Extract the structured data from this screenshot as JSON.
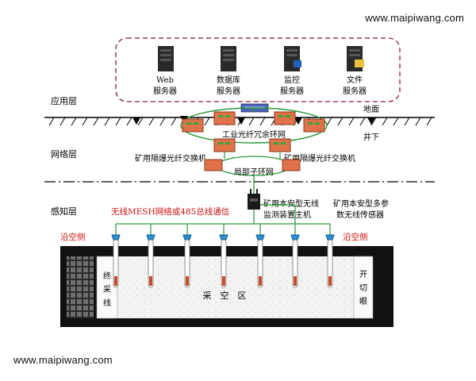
{
  "watermark": "www.maipiwang.com",
  "layers": {
    "application": "应用层",
    "network": "网络层",
    "sensing": "感知层"
  },
  "surface": {
    "ground": "地面",
    "underground": "井下"
  },
  "servers": [
    {
      "line1": "Web",
      "line2": "服务器"
    },
    {
      "line1": "数据库",
      "line2": "服务器"
    },
    {
      "line1": "监控",
      "line2": "服务器"
    },
    {
      "line1": "文件",
      "line2": "服务器"
    }
  ],
  "network": {
    "ring_main": "工业光纤冗余环网",
    "switch_left": "矿用隔爆光纤交换机",
    "switch_right": "矿用隔爆光纤交换机",
    "ring_local": "局部子环网"
  },
  "sensing": {
    "comm": "无线MESH网络或485总线通信",
    "host_line1": "矿用本安型无线",
    "host_line2": "监测装置主机",
    "sensor_line1": "矿用本安型多参",
    "sensor_line2": "数无线传感器"
  },
  "mine": {
    "gob_left": "沿空侧",
    "gob_right": "沿空侧",
    "end_line": [
      "终",
      "采",
      "线"
    ],
    "cut_hole": [
      "开",
      "切",
      "眼"
    ],
    "goaf": "采　空　区"
  },
  "colors": {
    "ring": "#2a9a3a",
    "node": "#e0724a",
    "comm_text": "#cc1111",
    "sensor": "#2a8fd6",
    "wall": "#111111",
    "goaf": "#f3f3f3"
  }
}
